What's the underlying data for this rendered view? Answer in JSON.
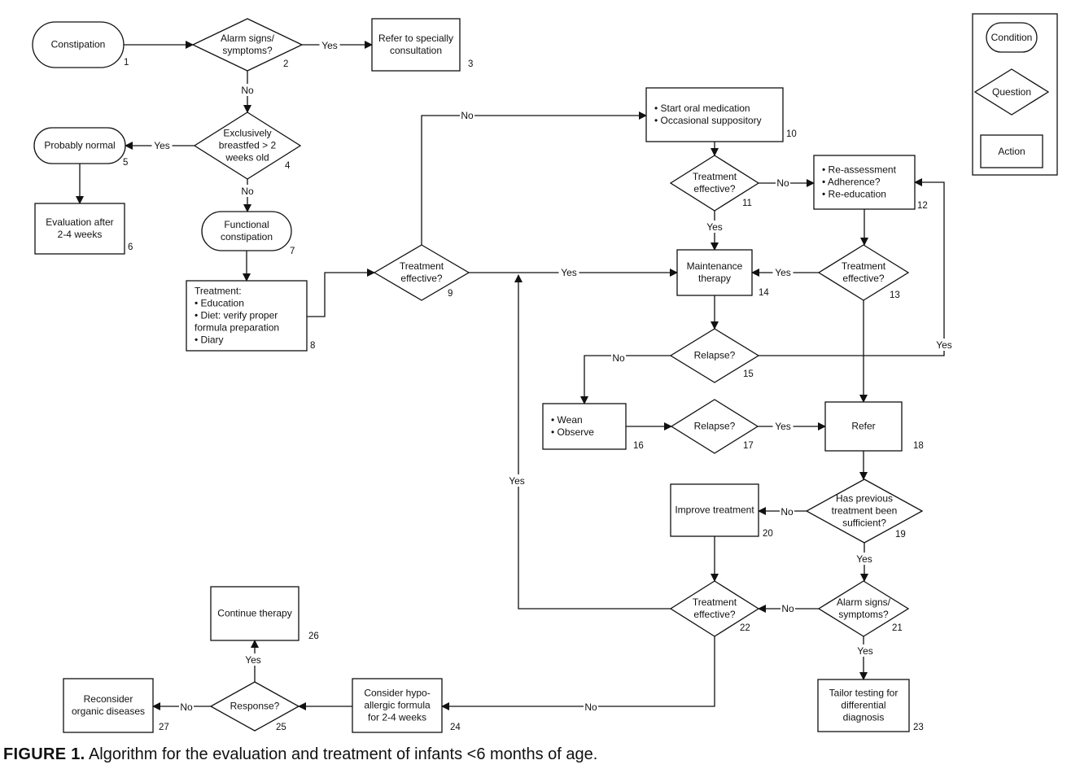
{
  "nodes": [
    {
      "id": "1",
      "kind": "condition",
      "lines": [
        "Constipation"
      ],
      "number": "1"
    },
    {
      "id": "2",
      "kind": "question",
      "lines": [
        "Alarm signs/",
        "symptoms?"
      ],
      "number": "2"
    },
    {
      "id": "3",
      "kind": "action",
      "lines": [
        "Refer to specially",
        "consultation"
      ],
      "number": "3"
    },
    {
      "id": "4",
      "kind": "question",
      "lines": [
        "Exclusively",
        "breastfed > 2",
        "weeks old"
      ],
      "number": "4"
    },
    {
      "id": "5",
      "kind": "condition",
      "lines": [
        "Probably normal"
      ],
      "number": "5"
    },
    {
      "id": "6",
      "kind": "action",
      "lines": [
        "Evaluation after",
        "2-4 weeks"
      ],
      "number": "6"
    },
    {
      "id": "7",
      "kind": "condition",
      "lines": [
        "Functional",
        "constipation"
      ],
      "number": "7"
    },
    {
      "id": "8",
      "kind": "action",
      "lines": [
        "Treatment:",
        "• Education",
        "• Diet: verify proper",
        "   formula preparation",
        "• Diary"
      ],
      "number": "8"
    },
    {
      "id": "9",
      "kind": "question",
      "lines": [
        "Treatment",
        "effective?"
      ],
      "number": "9"
    },
    {
      "id": "10",
      "kind": "action",
      "lines": [
        "• Start oral medication",
        "• Occasional suppository"
      ],
      "number": "10"
    },
    {
      "id": "11",
      "kind": "question",
      "lines": [
        "Treatment",
        "effective?"
      ],
      "number": "11"
    },
    {
      "id": "12",
      "kind": "action",
      "lines": [
        "• Re-assessment",
        "• Adherence?",
        "• Re-education"
      ],
      "number": "12"
    },
    {
      "id": "13",
      "kind": "question",
      "lines": [
        "Treatment",
        "effective?"
      ],
      "number": "13"
    },
    {
      "id": "14",
      "kind": "action",
      "lines": [
        "Maintenance",
        "therapy"
      ],
      "number": "14"
    },
    {
      "id": "15",
      "kind": "question",
      "lines": [
        "Relapse?"
      ],
      "number": "15"
    },
    {
      "id": "16",
      "kind": "action",
      "lines": [
        "• Wean",
        "• Observe"
      ],
      "number": "16"
    },
    {
      "id": "17",
      "kind": "question",
      "lines": [
        "Relapse?"
      ],
      "number": "17"
    },
    {
      "id": "18",
      "kind": "action",
      "lines": [
        "Refer"
      ],
      "number": "18"
    },
    {
      "id": "19",
      "kind": "question",
      "lines": [
        "Has previous",
        "treatment been",
        "sufficient?"
      ],
      "number": "19"
    },
    {
      "id": "20",
      "kind": "action",
      "lines": [
        "Improve treatment"
      ],
      "number": "20"
    },
    {
      "id": "21",
      "kind": "question",
      "lines": [
        "Alarm signs/",
        "symptoms?"
      ],
      "number": "21"
    },
    {
      "id": "22",
      "kind": "question",
      "lines": [
        "Treatment",
        "effective?"
      ],
      "number": "22"
    },
    {
      "id": "23",
      "kind": "action",
      "lines": [
        "Tailor testing for",
        "differential",
        "diagnosis"
      ],
      "number": "23"
    },
    {
      "id": "24",
      "kind": "action",
      "lines": [
        "Consider hypo-",
        "allergic formula",
        "for 2-4 weeks"
      ],
      "number": "24"
    },
    {
      "id": "25",
      "kind": "question",
      "lines": [
        "Response?"
      ],
      "number": "25"
    },
    {
      "id": "26",
      "kind": "action",
      "lines": [
        "Continue therapy"
      ],
      "number": "26"
    },
    {
      "id": "27",
      "kind": "action",
      "lines": [
        "Reconsider",
        "organic diseases"
      ],
      "number": "27"
    }
  ],
  "edges": [
    {
      "from": "1",
      "to": "2",
      "label": ""
    },
    {
      "from": "2",
      "to": "3",
      "label": "Yes"
    },
    {
      "from": "2",
      "to": "4",
      "label": "No"
    },
    {
      "from": "4",
      "to": "5",
      "label": "Yes"
    },
    {
      "from": "5",
      "to": "6",
      "label": ""
    },
    {
      "from": "4",
      "to": "7",
      "label": "No"
    },
    {
      "from": "7",
      "to": "8",
      "label": ""
    },
    {
      "from": "8",
      "to": "9",
      "label": ""
    },
    {
      "from": "9",
      "to": "10",
      "label": "No"
    },
    {
      "from": "9",
      "to": "14",
      "label": "Yes"
    },
    {
      "from": "10",
      "to": "11",
      "label": ""
    },
    {
      "from": "11",
      "to": "12",
      "label": "No"
    },
    {
      "from": "11",
      "to": "14",
      "label": "Yes"
    },
    {
      "from": "12",
      "to": "13",
      "label": ""
    },
    {
      "from": "13",
      "to": "14",
      "label": "Yes"
    },
    {
      "from": "13",
      "to": "18",
      "label": ""
    },
    {
      "from": "14",
      "to": "15",
      "label": ""
    },
    {
      "from": "15",
      "to": "16",
      "label": "No"
    },
    {
      "from": "15",
      "to": "12",
      "label": "Yes"
    },
    {
      "from": "16",
      "to": "17",
      "label": ""
    },
    {
      "from": "17",
      "to": "18",
      "label": "Yes"
    },
    {
      "from": "18",
      "to": "19",
      "label": ""
    },
    {
      "from": "19",
      "to": "20",
      "label": "No"
    },
    {
      "from": "19",
      "to": "21",
      "label": "Yes"
    },
    {
      "from": "20",
      "to": "22",
      "label": ""
    },
    {
      "from": "21",
      "to": "22",
      "label": "No"
    },
    {
      "from": "21",
      "to": "23",
      "label": "Yes"
    },
    {
      "from": "22",
      "to": "9",
      "label": "Yes"
    },
    {
      "from": "22",
      "to": "24",
      "label": "No"
    },
    {
      "from": "24",
      "to": "25",
      "label": ""
    },
    {
      "from": "25",
      "to": "26",
      "label": "Yes"
    },
    {
      "from": "25",
      "to": "27",
      "label": "No"
    }
  ],
  "legend": {
    "condition": "Condition",
    "question": "Question",
    "action": "Action"
  },
  "caption": {
    "label": "FIGURE 1.",
    "text": "Algorithm for the evaluation and treatment of infants <6 months of age."
  }
}
